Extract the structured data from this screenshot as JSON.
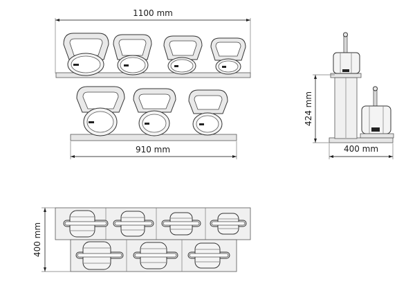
{
  "dimensions": {
    "front_top_width": "1100 mm",
    "front_bottom_width": "910 mm",
    "side_height": "424 mm",
    "side_width": "400 mm",
    "plan_depth": "400 mm"
  }
}
